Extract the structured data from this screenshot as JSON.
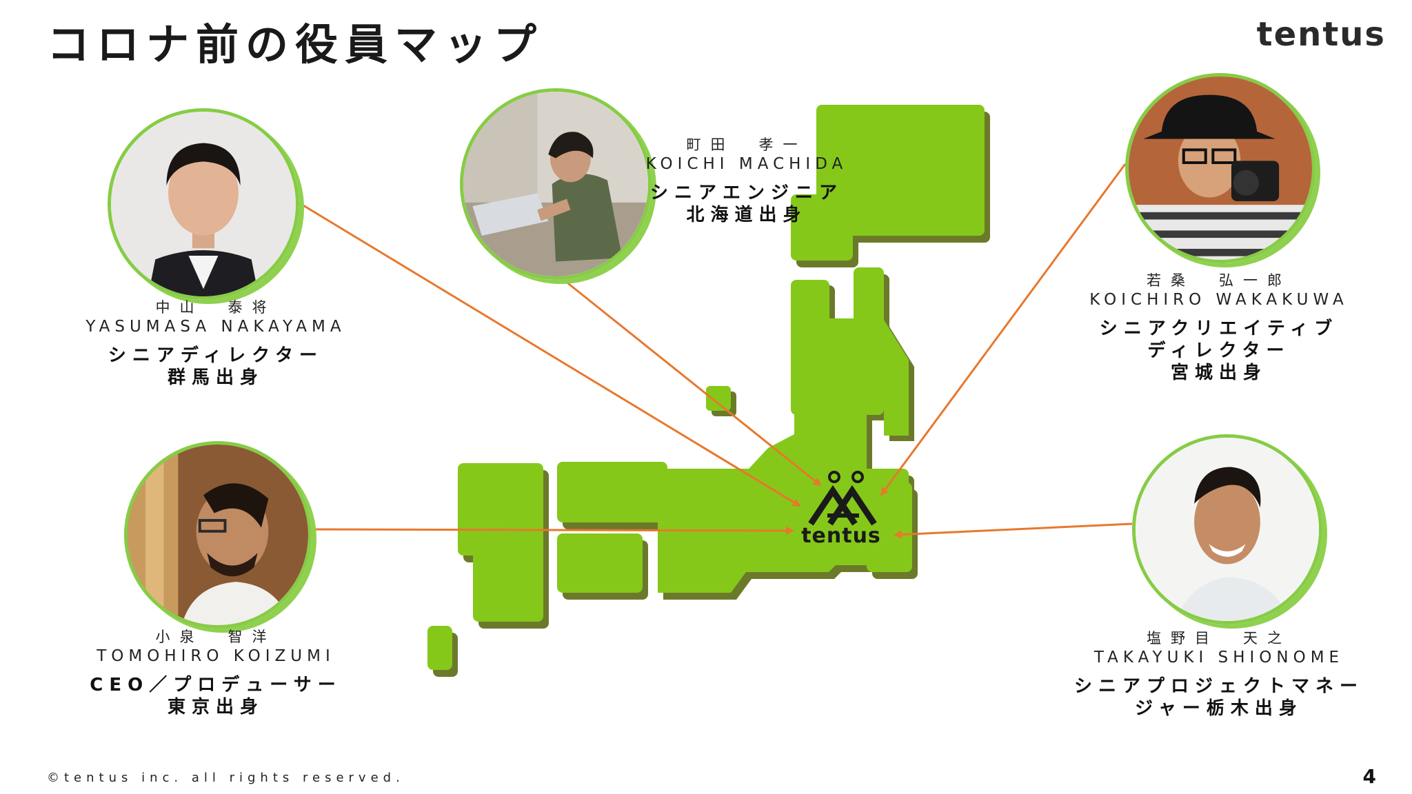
{
  "header": {
    "title": "コロナ前の役員マップ",
    "brand": "tentus"
  },
  "center_logo": {
    "label": "tentus",
    "icon": "tentus-mountains-icon"
  },
  "people": [
    {
      "jp_name": "中山　泰将",
      "en_name": "YASUMASA NAKAYAMA",
      "role": "シニアディレクター",
      "origin": "群馬出身"
    },
    {
      "jp_name": "町田　孝一",
      "en_name": "KOICHI MACHIDA",
      "role": "シニアエンジニア",
      "origin": "北海道出身"
    },
    {
      "jp_name": "若桑　弘一郎",
      "en_name": "KOICHIRO WAKAKUWA",
      "role": "シニアクリエイティブ",
      "origin": "ディレクター",
      "origin2": "宮城出身"
    },
    {
      "jp_name": "小泉　智洋",
      "en_name": "TOMOHIRO KOIZUMI",
      "role": "CEO／プロデューサー",
      "origin": "東京出身"
    },
    {
      "jp_name": "塩野目　天之",
      "en_name": "TAKAYUKI SHIONOME",
      "role": "シニアプロジェクトマネー",
      "origin": "ジャー栃木出身"
    }
  ],
  "footer": {
    "copyright": "©tentus inc. all rights reserved.",
    "page": "4"
  },
  "colors": {
    "map_green": "#85c81a",
    "map_shadow": "#6b7a2a",
    "arrow": "#e8782c",
    "avatar_ring": "#86cc45"
  }
}
